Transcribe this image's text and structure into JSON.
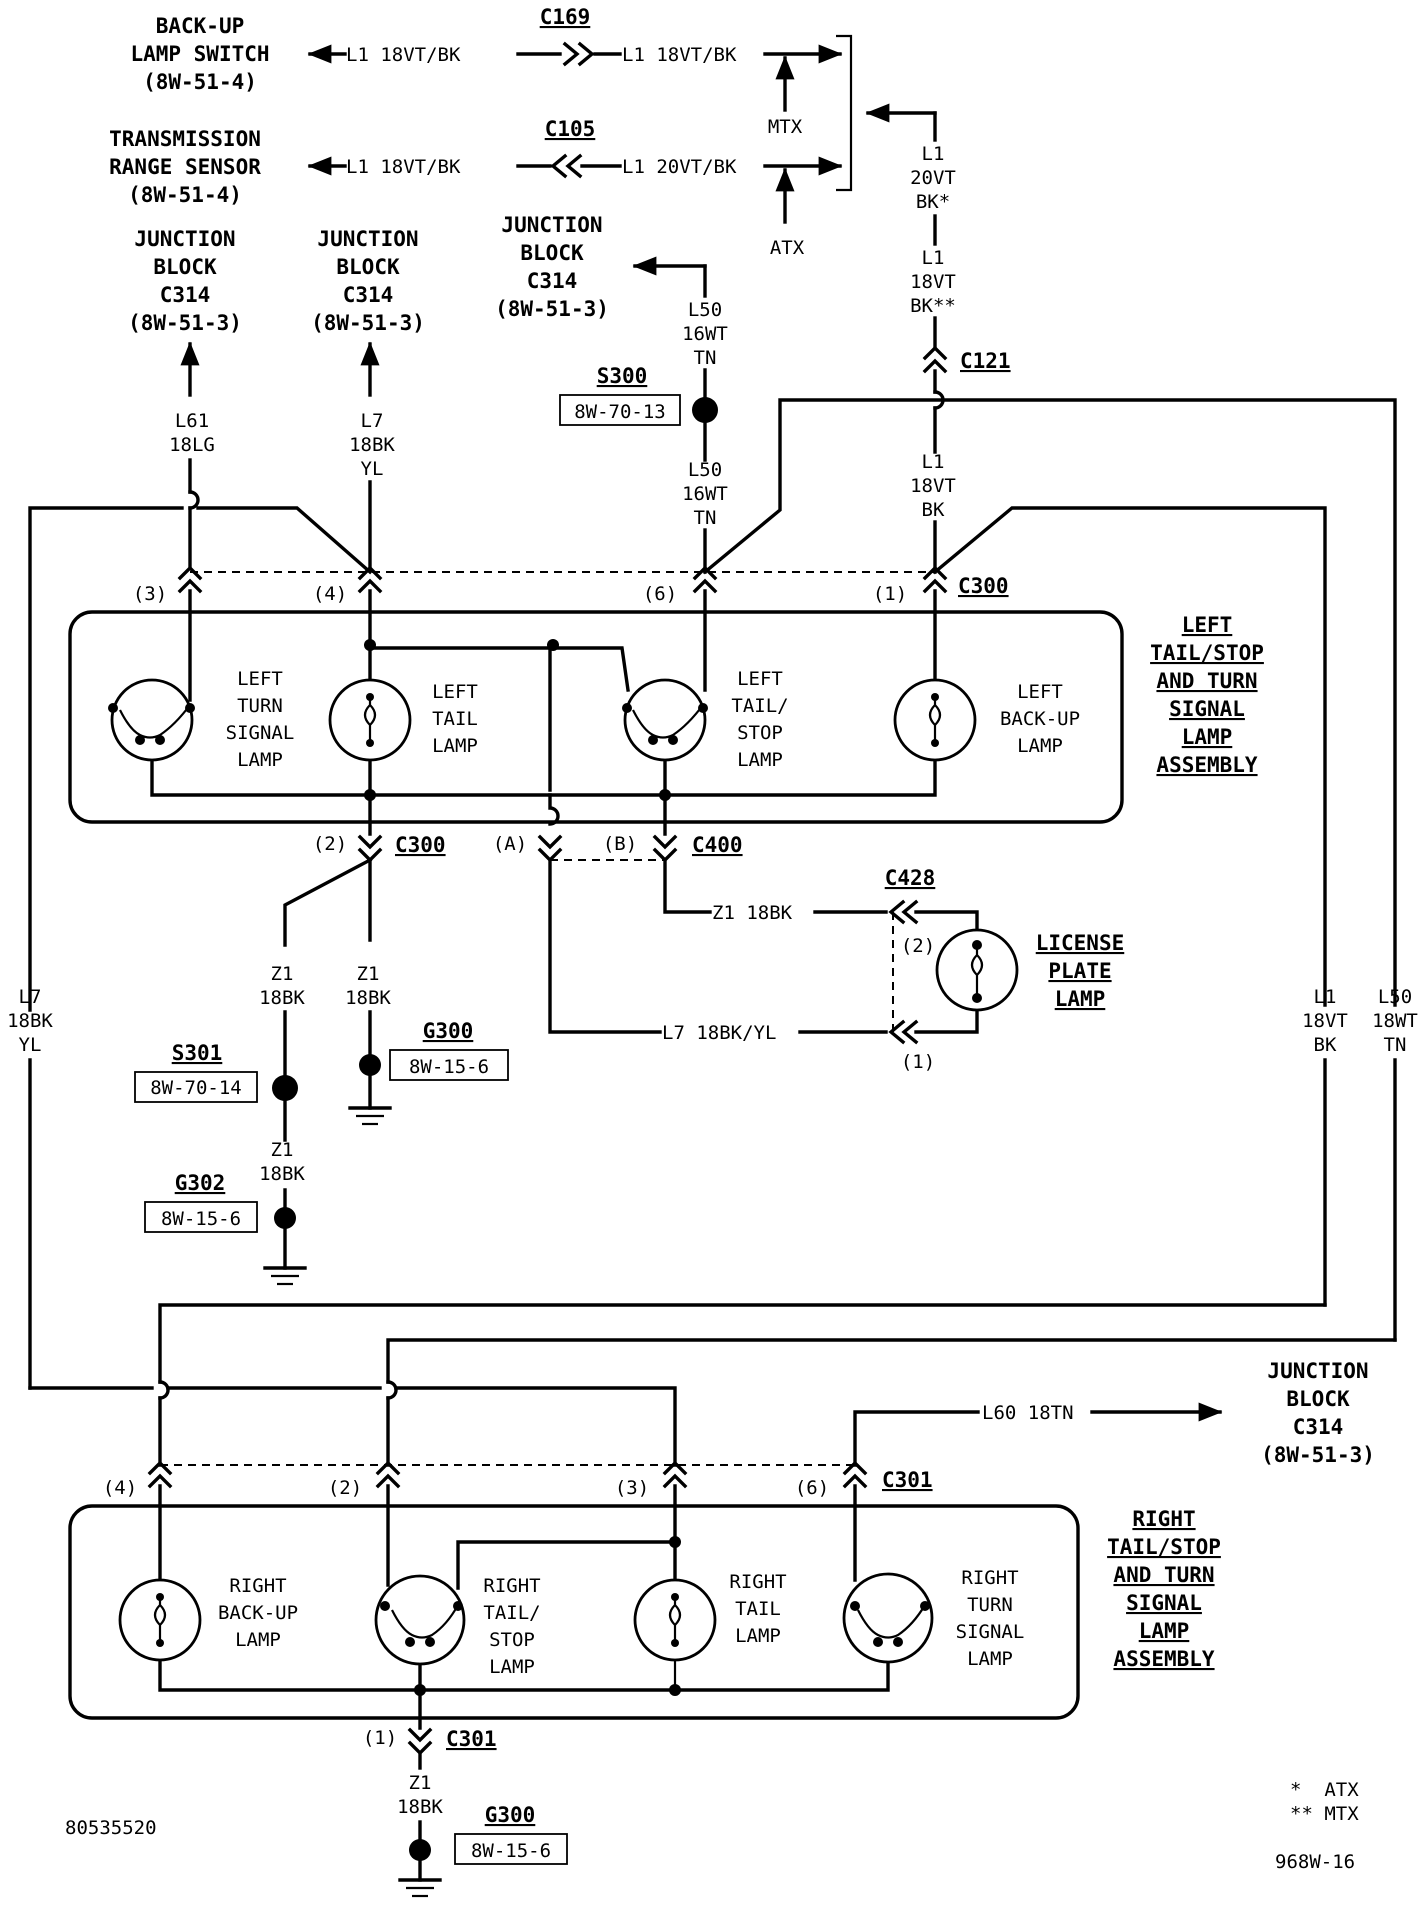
{
  "sources": {
    "backup_switch": [
      "BACK-UP",
      "LAMP SWITCH",
      "(8W-51-4)"
    ],
    "trans_range": [
      "TRANSMISSION",
      "RANGE SENSOR",
      "(8W-51-4)"
    ],
    "jb1": [
      "JUNCTION",
      "BLOCK",
      "C314",
      "(8W-51-3)"
    ],
    "jb2": [
      "JUNCTION",
      "BLOCK",
      "C314",
      "(8W-51-3)"
    ],
    "jb3": [
      "JUNCTION",
      "BLOCK",
      "C314",
      "(8W-51-3)"
    ],
    "jb4": [
      "JUNCTION",
      "BLOCK",
      "C314",
      "(8W-51-3)"
    ]
  },
  "connectors": {
    "c169": "C169",
    "c105": "C105",
    "c121": "C121",
    "c300a": "C300",
    "c300b": "C300",
    "c400": "C400",
    "c428": "C428",
    "c301a": "C301",
    "c301b": "C301"
  },
  "splices": {
    "s300": "S300",
    "s300_ref": "8W-70-13",
    "s301": "S301",
    "s301_ref": "8W-70-14"
  },
  "grounds": {
    "g300a": "G300",
    "g300a_ref": "8W-15-6",
    "g302": "G302",
    "g302_ref": "8W-15-6",
    "g300b": "G300",
    "g300b_ref": "8W-15-6"
  },
  "wires": {
    "top1_left": "L1 18VT/BK",
    "top1_right": "L1 18VT/BK",
    "top2_left": "L1 18VT/BK",
    "top2_right": "L1 20VT/BK",
    "mtx": "MTX",
    "atx": "ATX",
    "l1_20": [
      "L1",
      "20VT",
      "BK*"
    ],
    "l1_18": [
      "L1",
      "18VT",
      "BK**"
    ],
    "l50_top": [
      "L50",
      "16WT",
      "TN"
    ],
    "l50_mid": [
      "L50",
      "16WT",
      "TN"
    ],
    "l61": [
      "L61",
      "18LG"
    ],
    "l7_top": [
      "L7",
      "18BK",
      "YL"
    ],
    "l1_mid": [
      "L1",
      "18VT",
      "BK"
    ],
    "l7_left": [
      "L7",
      "18BK",
      "YL"
    ],
    "l1_right": [
      "L1",
      "18VT",
      "BK"
    ],
    "l50_right": [
      "L50",
      "18WT",
      "TN"
    ],
    "z1_a": [
      "Z1",
      "18BK"
    ],
    "z1_b": [
      "Z1",
      "18BK"
    ],
    "z1_c": [
      "Z1",
      "18BK"
    ],
    "z1_lp": "Z1 18BK",
    "l7_lp": "L7 18BK/YL",
    "l60": "L60 18TN",
    "z1_bottom": [
      "Z1",
      "18BK"
    ]
  },
  "pins": {
    "lt3": "(3)",
    "lt4": "(4)",
    "lt6": "(6)",
    "lt1": "(1)",
    "lb2": "(2)",
    "lba": "(A)",
    "lbb": "(B)",
    "lp2": "(2)",
    "lp1": "(1)",
    "rt4": "(4)",
    "rt2": "(2)",
    "rt3": "(3)",
    "rt6": "(6)",
    "rb1": "(1)"
  },
  "lamps": {
    "left_turn": [
      "LEFT",
      "TURN",
      "SIGNAL",
      "LAMP"
    ],
    "left_tail": [
      "LEFT",
      "TAIL",
      "LAMP"
    ],
    "left_tailstop": [
      "LEFT",
      "TAIL/",
      "STOP",
      "LAMP"
    ],
    "left_backup": [
      "LEFT",
      "BACK-UP",
      "LAMP"
    ],
    "right_backup": [
      "RIGHT",
      "BACK-UP",
      "LAMP"
    ],
    "right_tailstop": [
      "RIGHT",
      "TAIL/",
      "STOP",
      "LAMP"
    ],
    "right_tail": [
      "RIGHT",
      "TAIL",
      "LAMP"
    ],
    "right_turn": [
      "RIGHT",
      "TURN",
      "SIGNAL",
      "LAMP"
    ],
    "license": [
      "LICENSE",
      "PLATE",
      "LAMP"
    ]
  },
  "assemblies": {
    "left": [
      "LEFT",
      "TAIL/STOP",
      "AND TURN",
      "SIGNAL",
      "LAMP",
      "ASSEMBLY"
    ],
    "right": [
      "RIGHT",
      "TAIL/STOP",
      "AND TURN",
      "SIGNAL",
      "LAMP",
      "ASSEMBLY"
    ]
  },
  "footer": {
    "doc_number": "80535520",
    "fig_number": "968W-16",
    "legend1": "*  ATX",
    "legend2": "** MTX"
  }
}
